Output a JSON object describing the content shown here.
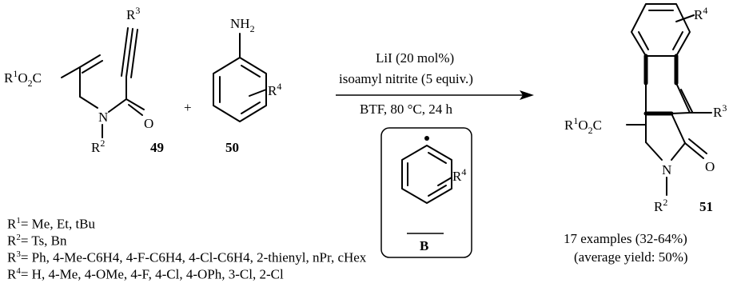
{
  "reactant_49": {
    "ester_group": "R1O2C",
    "alkyne_substituent": "R3",
    "n_substituent": "R2",
    "carbonyl_o": "O",
    "nitrogen": "N",
    "label": "49"
  },
  "plus_sign": "+",
  "reactant_50": {
    "amine": "NH2",
    "substituent": "R4",
    "label": "50"
  },
  "conditions": {
    "line1": "LiI (20 mol%)",
    "line2": "isoamyl nitrite (5 equiv.)",
    "line3": "BTF, 80 °C, 24 h"
  },
  "intermediate_B": {
    "substituent": "R4",
    "label": "B"
  },
  "product_51": {
    "ester_group": "R1O2C",
    "aryl_substituent": "R4",
    "ring_substituent": "R3",
    "n_substituent": "R2",
    "carbonyl_o": "O",
    "nitrogen": "N",
    "label": "51",
    "examples": "17 examples (32-64%)",
    "average_yield": "(average yield: 50%)"
  },
  "substituent_lists": {
    "R1": "= Me, Et, tBu",
    "R2": "= Ts, Bn",
    "R3": "= Ph, 4-Me-C6H4, 4-F-C6H4, 4-Cl-C6H4, 2-thienyl, nPr, cHex",
    "R4": "= H, 4-Me, 4-OMe, 4-F, 4-Cl, 4-OPh, 3-Cl, 2-Cl"
  }
}
